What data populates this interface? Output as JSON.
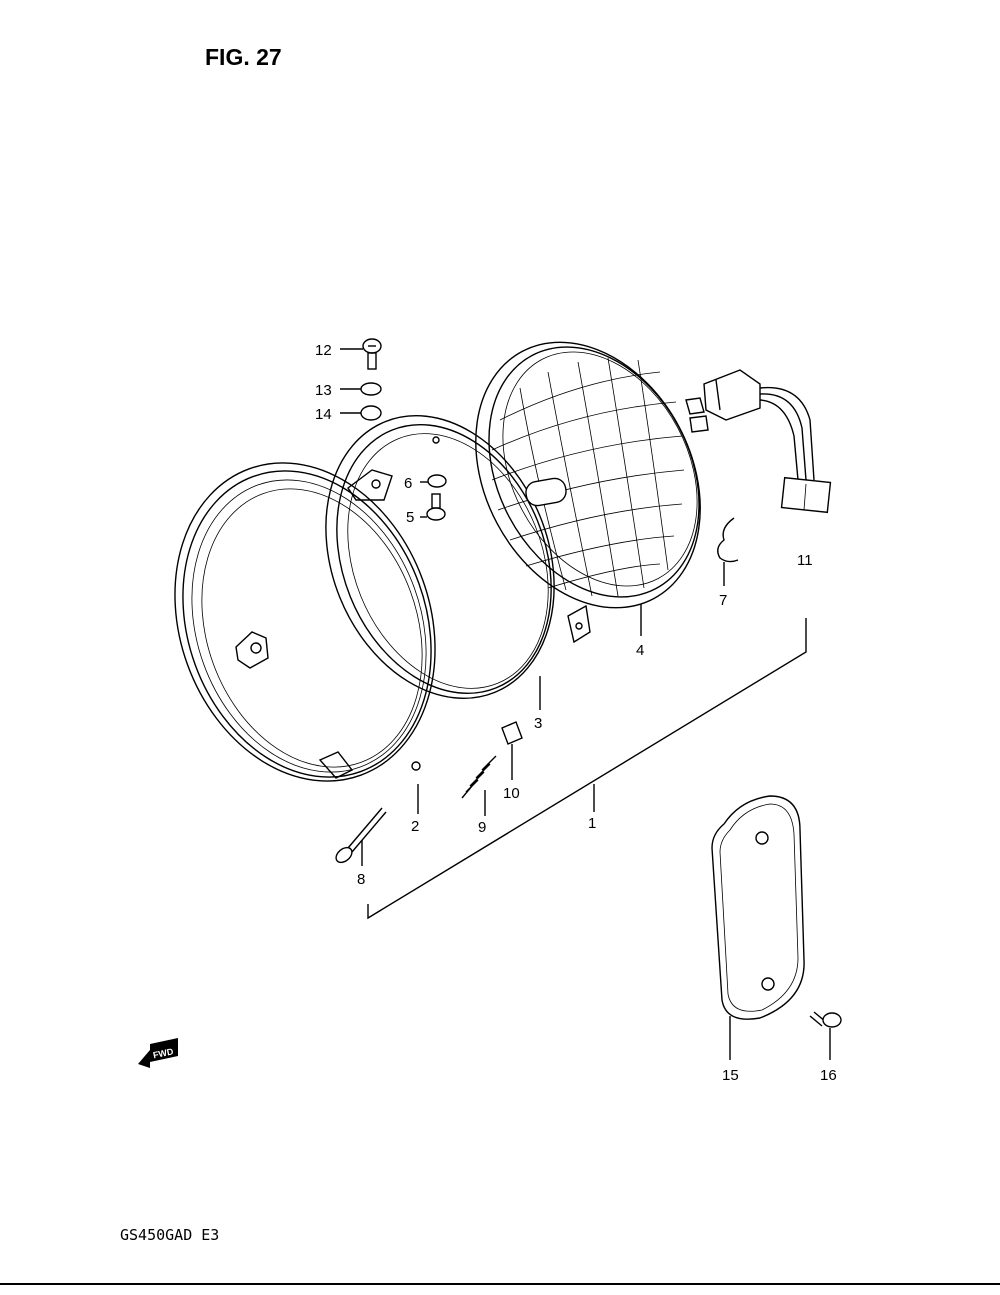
{
  "figure": {
    "title": "FIG. 27"
  },
  "model_code": "GS450GAD E3",
  "fwd_badge": "FWD",
  "callouts": {
    "c1": "1",
    "c2": "2",
    "c3": "3",
    "c4": "4",
    "c5": "5",
    "c6": "6",
    "c7": "7",
    "c8": "8",
    "c9": "9",
    "c10": "10",
    "c11": "11",
    "c12": "12",
    "c13": "13",
    "c14": "14",
    "c15": "15",
    "c16": "16"
  }
}
